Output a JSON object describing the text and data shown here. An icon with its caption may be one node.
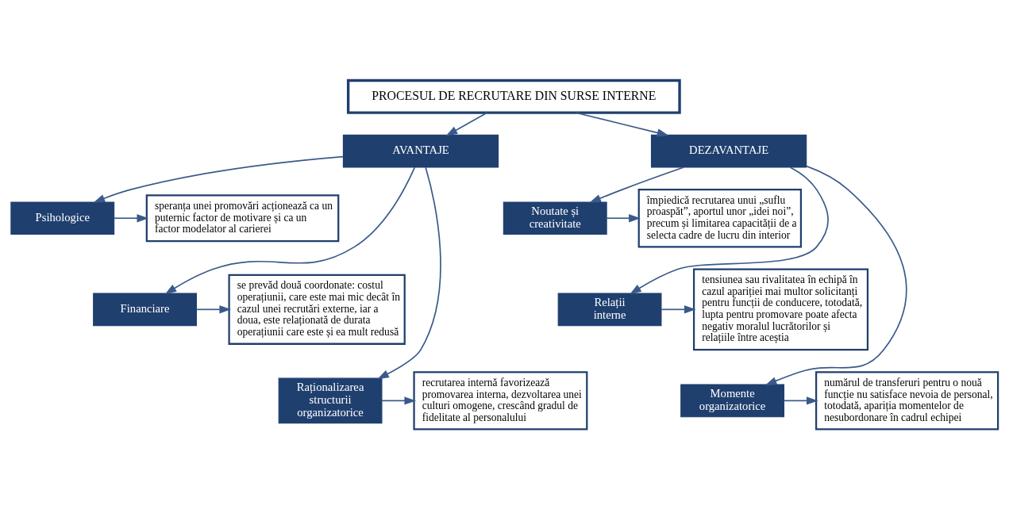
{
  "diagram": {
    "nodes": [
      {
        "text": [
          "PROCESUL DE RECRUTARE DIN SURSE INTERNE"
        ]
      },
      {
        "text": [
          "AVANTAJE"
        ]
      },
      {
        "text": [
          "DEZAVANTAJE"
        ]
      },
      {
        "text": [
          "Psihologice"
        ]
      },
      {
        "text": [
          "speranța unei promovări acționează ca un puternic factor de motivare și ca un factor modelator al carierei"
        ]
      },
      {
        "text": [
          "Financiare"
        ]
      },
      {
        "text": [
          "se prevăd două coordonate: costul operațiunii, care este mai mic decât în cazul unei recrutări externe, iar a doua, este relaționată de durata operațiunii care este și ea mult redusă"
        ]
      },
      {
        "text": [
          "Raționalizarea structurii organizatorice"
        ]
      },
      {
        "text": [
          "recrutarea internă favorizează promovarea interna, dezvoltarea unei culturi omogene, crescând gradul de fidelitate al personalului"
        ]
      },
      {
        "text": [
          "Noutate și creativitate"
        ]
      },
      {
        "text": [
          "împiedică recrutarea unui „suflu proaspăt”, aportul unor „idei noi”, precum și limitarea capacității de a selecta cadre de lucru din interior"
        ]
      },
      {
        "text": [
          "Relații interne"
        ]
      },
      {
        "text": [
          "tensiunea sau rivalitatea în echipă în cazul apariției mai multor solicitanți pentru funcții de conducere, totodată, lupta pentru promovare poate afecta negativ moralul lucrătorilor și relațiile între aceștia"
        ]
      },
      {
        "text": [
          "Momente organizatorice"
        ]
      },
      {
        "text": [
          "numărul de transferuri pentru o nouă funcție nu satisface nevoia de personal, totodată, apariția momentelor de nesubordonare în cadrul echipei"
        ]
      }
    ],
    "edges": [
      {
        "from": 0,
        "to": 1,
        "arrow": "to"
      },
      {
        "from": 0,
        "to": 2,
        "arrow": "to"
      },
      {
        "from": 1,
        "to": 3,
        "arrow": "to"
      },
      {
        "from": 1,
        "to": 5,
        "arrow": "to"
      },
      {
        "from": 1,
        "to": 7,
        "arrow": "to"
      },
      {
        "from": 3,
        "to": 4,
        "arrow": "to"
      },
      {
        "from": 5,
        "to": 6,
        "arrow": "to"
      },
      {
        "from": 7,
        "to": 8,
        "arrow": "to"
      },
      {
        "from": 2,
        "to": 9,
        "arrow": "to"
      },
      {
        "from": 2,
        "to": 11,
        "arrow": "to"
      },
      {
        "from": 2,
        "to": 13,
        "arrow": "to"
      },
      {
        "from": 9,
        "to": 10,
        "arrow": "to"
      },
      {
        "from": 11,
        "to": 12,
        "arrow": "to"
      },
      {
        "from": 13,
        "to": 14,
        "arrow": "to"
      }
    ]
  }
}
